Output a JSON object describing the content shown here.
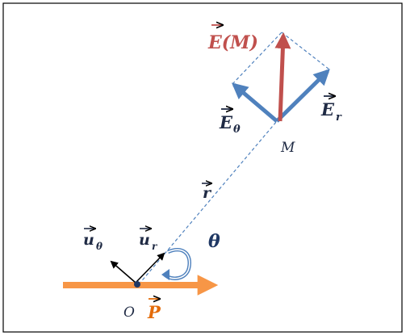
{
  "labels": {
    "field": "E(M)",
    "e_theta": "E",
    "e_theta_sub": "θ",
    "e_r": "E",
    "e_r_sub": "r",
    "point_m": "M",
    "r_vec": "r",
    "u_theta": "u",
    "u_theta_sub": "θ",
    "u_r": "u",
    "u_r_sub": "r",
    "theta": "θ",
    "origin": "O",
    "dipole": "P"
  },
  "colors": {
    "field": "#c0504d",
    "components": "#4f81bd",
    "dipole": "#f79646",
    "dipole_label": "#e46c0a",
    "unit_vectors": "#000000",
    "text": "#1f2a44",
    "dashed": "#4f81bd",
    "frame": "#000000"
  }
}
